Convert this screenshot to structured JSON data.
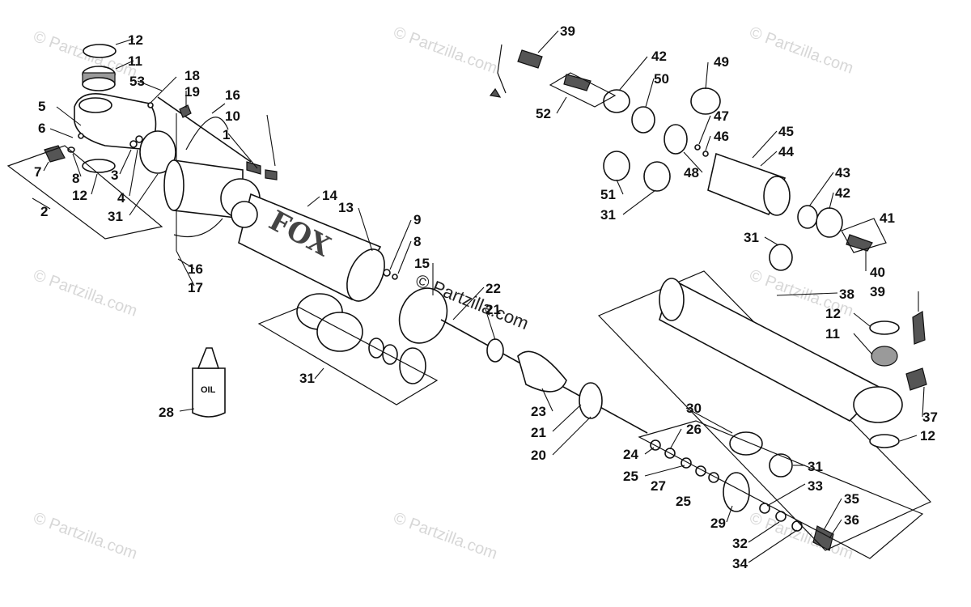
{
  "watermark": {
    "text": "© Partzilla.com",
    "center_text": "© Partzilla.com"
  },
  "oil_bottle_label": "OIL",
  "shock_logo_text": "FOX",
  "callouts": [
    {
      "id": "c1",
      "label": "12"
    },
    {
      "id": "c2",
      "label": "11"
    },
    {
      "id": "c3",
      "label": "18"
    },
    {
      "id": "c4",
      "label": "53"
    },
    {
      "id": "c5",
      "label": "19"
    },
    {
      "id": "c6",
      "label": "5"
    },
    {
      "id": "c7",
      "label": "16"
    },
    {
      "id": "c8",
      "label": "10"
    },
    {
      "id": "c9",
      "label": "6"
    },
    {
      "id": "c10",
      "label": "1"
    },
    {
      "id": "c11",
      "label": "7"
    },
    {
      "id": "c12",
      "label": "8"
    },
    {
      "id": "c13",
      "label": "3"
    },
    {
      "id": "c14",
      "label": "12"
    },
    {
      "id": "c15",
      "label": "4"
    },
    {
      "id": "c16",
      "label": "2"
    },
    {
      "id": "c17",
      "label": "31"
    },
    {
      "id": "c18",
      "label": "14"
    },
    {
      "id": "c19",
      "label": "13"
    },
    {
      "id": "c20",
      "label": "9"
    },
    {
      "id": "c21",
      "label": "8"
    },
    {
      "id": "c22",
      "label": "15"
    },
    {
      "id": "c23",
      "label": "16"
    },
    {
      "id": "c24",
      "label": "17"
    },
    {
      "id": "c25",
      "label": "22"
    },
    {
      "id": "c26",
      "label": "21"
    },
    {
      "id": "c27",
      "label": "31"
    },
    {
      "id": "c28",
      "label": "28"
    },
    {
      "id": "c29",
      "label": "23"
    },
    {
      "id": "c30",
      "label": "21"
    },
    {
      "id": "c31",
      "label": "20"
    },
    {
      "id": "c32",
      "label": "30"
    },
    {
      "id": "c33",
      "label": "26"
    },
    {
      "id": "c34",
      "label": "24"
    },
    {
      "id": "c35",
      "label": "25"
    },
    {
      "id": "c36",
      "label": "27"
    },
    {
      "id": "c37",
      "label": "25"
    },
    {
      "id": "c38",
      "label": "31"
    },
    {
      "id": "c39",
      "label": "33"
    },
    {
      "id": "c40",
      "label": "29"
    },
    {
      "id": "c41",
      "label": "35"
    },
    {
      "id": "c42",
      "label": "36"
    },
    {
      "id": "c43",
      "label": "32"
    },
    {
      "id": "c44",
      "label": "34"
    },
    {
      "id": "c45",
      "label": "39"
    },
    {
      "id": "c46",
      "label": "42"
    },
    {
      "id": "c47",
      "label": "49"
    },
    {
      "id": "c48",
      "label": "50"
    },
    {
      "id": "c49",
      "label": "52"
    },
    {
      "id": "c50",
      "label": "47"
    },
    {
      "id": "c51",
      "label": "46"
    },
    {
      "id": "c52",
      "label": "45"
    },
    {
      "id": "c53",
      "label": "44"
    },
    {
      "id": "c54",
      "label": "48"
    },
    {
      "id": "c55",
      "label": "51"
    },
    {
      "id": "c56",
      "label": "31"
    },
    {
      "id": "c57",
      "label": "43"
    },
    {
      "id": "c58",
      "label": "42"
    },
    {
      "id": "c59",
      "label": "41"
    },
    {
      "id": "c60",
      "label": "31"
    },
    {
      "id": "c61",
      "label": "40"
    },
    {
      "id": "c62",
      "label": "39"
    },
    {
      "id": "c63",
      "label": "38"
    },
    {
      "id": "c64",
      "label": "12"
    },
    {
      "id": "c65",
      "label": "11"
    },
    {
      "id": "c66",
      "label": "37"
    },
    {
      "id": "c67",
      "label": "12"
    }
  ]
}
